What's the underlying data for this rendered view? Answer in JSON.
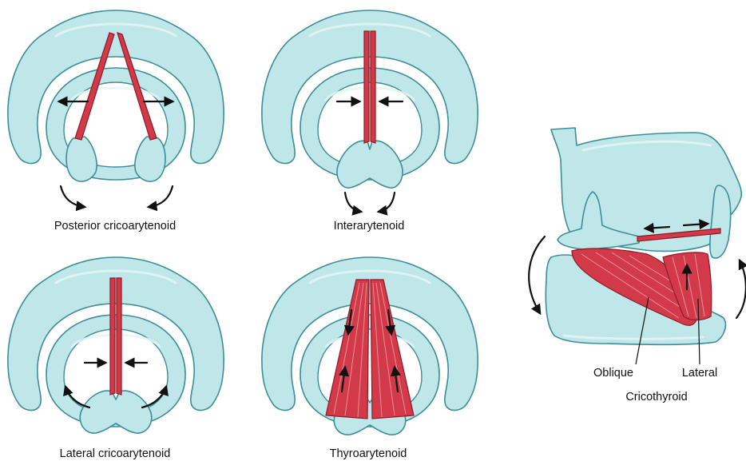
{
  "colors": {
    "cartilage_fill": "#bfe6e8",
    "cartilage_light": "#e3f5f6",
    "cartilage_stroke": "#3d8f96",
    "muscle": "#d23a4a",
    "muscle_dark": "#8e1a26",
    "muscle_light": "#f2a3aa",
    "arrow": "#111111"
  },
  "panels": [
    {
      "label": "Posterior cricoarytenoid"
    },
    {
      "label": "Interarytenoid"
    },
    {
      "label": "Lateral cricoarytenoid"
    },
    {
      "label": "Thyroarytenoid"
    }
  ],
  "side_view": {
    "labels": {
      "oblique": "Oblique",
      "lateral": "Lateral",
      "group": "Cricothyroid"
    }
  }
}
